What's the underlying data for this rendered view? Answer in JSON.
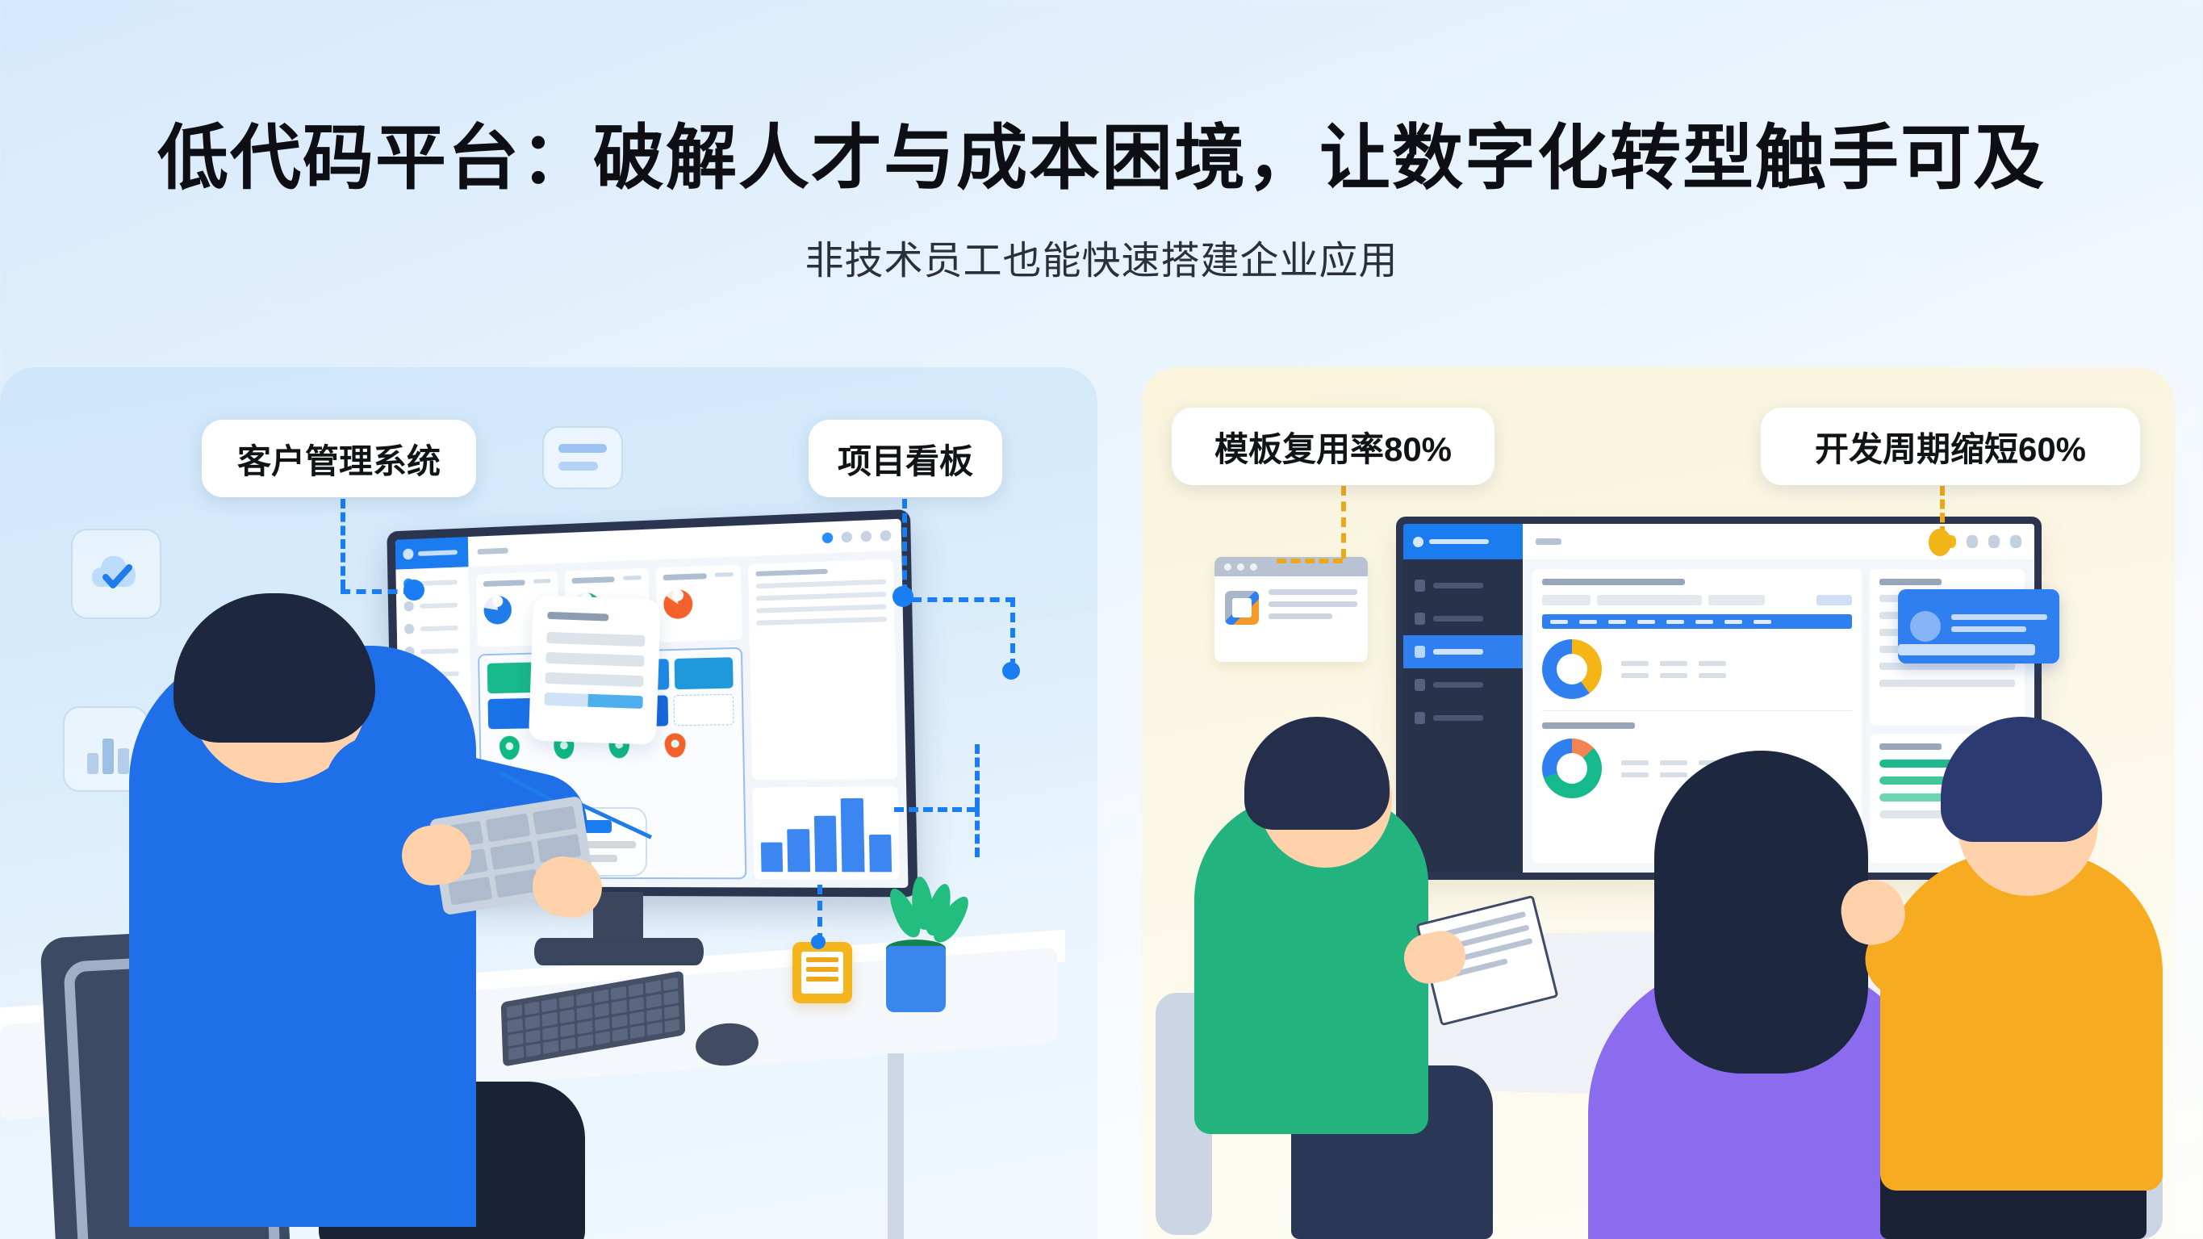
{
  "header": {
    "title": "低代码平台：破解人才与成本困境，让数字化转型触手可及",
    "subtitle": "非技术员工也能快速搭建企业应用"
  },
  "left_panel": {
    "callouts": [
      {
        "id": "crm",
        "label": "客户管理系统"
      },
      {
        "id": "kanban",
        "label": "项目看板"
      }
    ],
    "scene_alt": "蓝色衬衫员工坐在办公椅上，使用拖拽面板在显示器上搭建应用",
    "decor_icons": [
      "check-cloud-icon",
      "bar-chart-icon",
      "form-lines-icon",
      "note-card-icon",
      "plant-icon",
      "mouse-icon",
      "keyboard-icon"
    ],
    "accent_color": "#1a7ef2",
    "background_color": "#d9ecfb"
  },
  "right_panel": {
    "callouts": [
      {
        "id": "reuse",
        "label": "模板复用率80%"
      },
      {
        "id": "cycle",
        "label": "开发周期缩短60%"
      }
    ],
    "scene_alt": "三位同事围坐会议桌，观看墙面大屏上的数据看板",
    "accent_color": "#eaa81d",
    "background_color": "#fbf7e6"
  },
  "left_screen": {
    "nav_items": 7,
    "stat_cards": [
      {
        "donut_color": "#1f7ce8",
        "percent": 78
      },
      {
        "donut_color": "#14b87c",
        "percent": 70
      },
      {
        "donut_color": "#f4612a",
        "percent": 85
      }
    ],
    "builder_tiles": [
      "#18b98a",
      "#1a72e8",
      "#1d8ae8",
      "#2098dc",
      "#1a72e8",
      "#1c74ea",
      "#1668dd",
      "ghost"
    ],
    "pins": [
      "#10b981",
      "#10b981",
      "#10b981",
      "#f4612a"
    ],
    "bar_chart_values": [
      38,
      55,
      72,
      95,
      48
    ]
  },
  "right_screen": {
    "nav_items": 5,
    "active_nav_index": 2,
    "donut_a": {
      "segments": [
        40,
        60
      ],
      "colors": [
        "#f5b516",
        "#2f7ff0"
      ]
    },
    "donut_b": {
      "segments": [
        13,
        57,
        30
      ],
      "colors": [
        "#f28454",
        "#16b98c",
        "#2f7ff0"
      ]
    },
    "progress_bars": [
      {
        "value": 72,
        "color": "#1eb98c"
      },
      {
        "value": 90,
        "color": "#3fc79b"
      },
      {
        "value": 78,
        "color": "#6ed3b2"
      }
    ],
    "table_header_color": "#2f7ff0"
  },
  "chart_data": {
    "type": "bar",
    "title": "",
    "categories": [
      "1",
      "2",
      "3",
      "4",
      "5"
    ],
    "values": [
      38,
      55,
      72,
      95,
      48
    ],
    "xlabel": "",
    "ylabel": "",
    "ylim": [
      0,
      100
    ]
  }
}
